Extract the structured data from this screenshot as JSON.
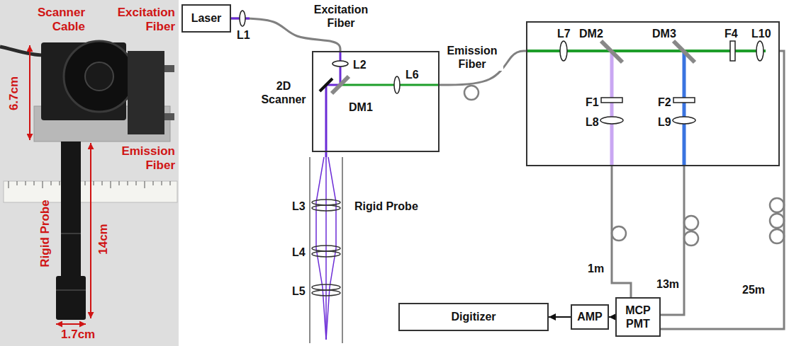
{
  "diagram": {
    "nodes": [
      {
        "text": [
          "Laser"
        ]
      },
      {
        "text": [
          "2D Scanner",
          "L2",
          "DM1",
          "L6"
        ]
      },
      {
        "text": [
          "Rigid Probe",
          "L3",
          "L4",
          "L5"
        ]
      },
      {
        "text": [
          "L7",
          "DM2",
          "DM3",
          "F4",
          "L10",
          "F1",
          "L8",
          "F2",
          "L9"
        ]
      },
      {
        "text": [
          "Digitizer"
        ]
      },
      {
        "text": [
          "AMP"
        ]
      },
      {
        "text": [
          "MCP PMT"
        ]
      }
    ],
    "edges": [
      {
        "from": 0,
        "to": 1,
        "label": "Excitation Fiber",
        "arrow": "none"
      },
      {
        "from": 1,
        "to": 2,
        "arrow": "none"
      },
      {
        "from": 1,
        "to": 3,
        "label": "Emission Fiber",
        "arrow": "none"
      },
      {
        "from": 3,
        "to": 6,
        "label": "1m",
        "arrow": "none"
      },
      {
        "from": 3,
        "to": 6,
        "label": "13m",
        "arrow": "none"
      },
      {
        "from": 3,
        "to": 6,
        "label": "25m",
        "arrow": "none"
      },
      {
        "from": 6,
        "to": 5,
        "arrow": "to"
      },
      {
        "from": 5,
        "to": 4,
        "arrow": "to"
      }
    ],
    "labels": [
      "Scanner Cable",
      "Excitation Fiber",
      "6.7cm",
      "Emission Fiber",
      "Rigid Probe",
      "14cm",
      "1.7cm",
      "L1"
    ]
  }
}
